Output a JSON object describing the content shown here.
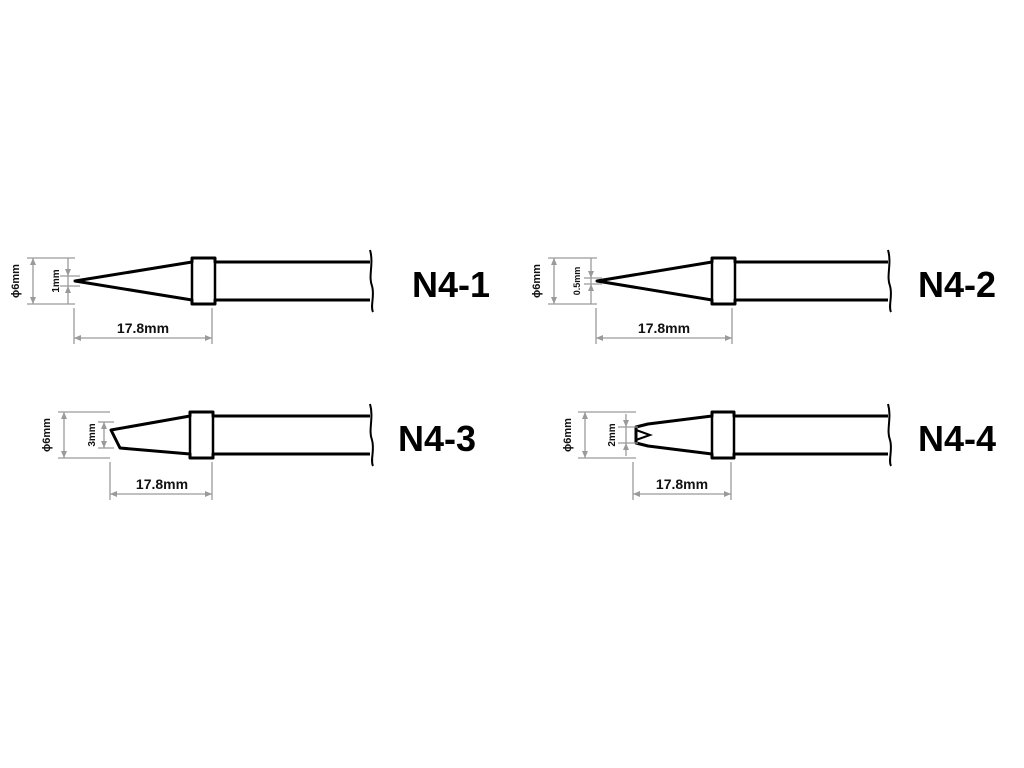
{
  "colors": {
    "outline": "#000000",
    "dimension": "#9a9a9a",
    "text": "#111111"
  },
  "tips": [
    {
      "model": "N4-1",
      "shape": "conical",
      "tip_label": "1mm",
      "length_label": "17.8mm",
      "diameter_label": "ϕ6mm"
    },
    {
      "model": "N4-2",
      "shape": "conical-fine",
      "tip_label": "0.5mm",
      "length_label": "17.8mm",
      "diameter_label": "ϕ6mm"
    },
    {
      "model": "N4-3",
      "shape": "bevel",
      "tip_label": "3mm",
      "length_label": "17.8mm",
      "diameter_label": "ϕ6mm"
    },
    {
      "model": "N4-4",
      "shape": "chisel",
      "tip_label": "2mm",
      "length_label": "17.8mm",
      "diameter_label": "ϕ6mm"
    }
  ]
}
